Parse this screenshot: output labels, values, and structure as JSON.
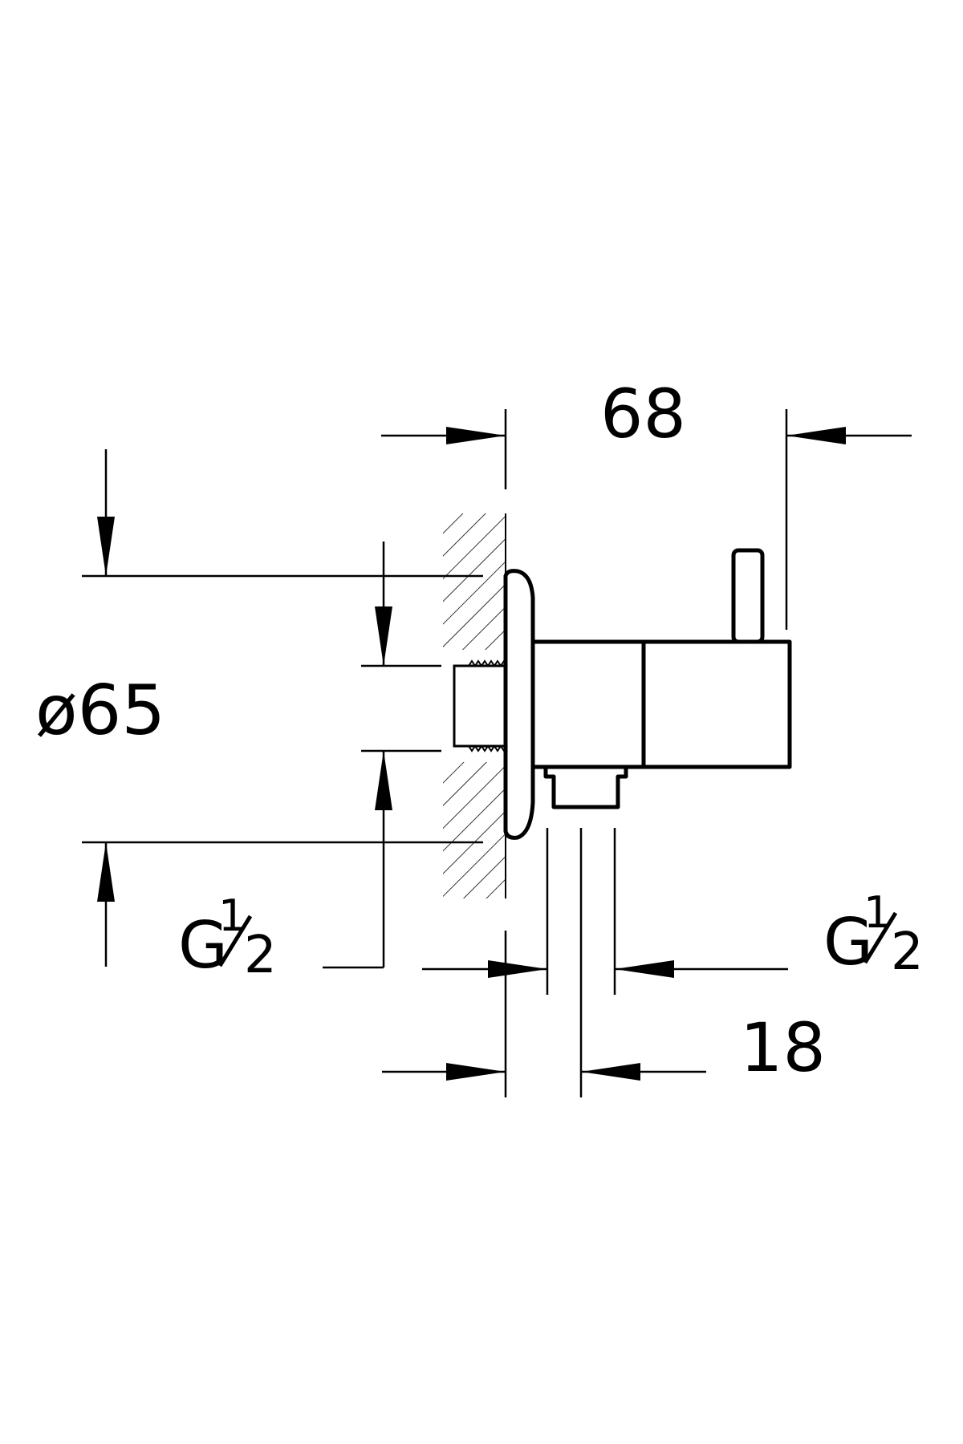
{
  "drawing": {
    "dimension_width": "68",
    "dimension_diameter": "ø65",
    "dimension_outlet": "18",
    "thread_left": {
      "letter": "G",
      "numerator": "1",
      "denominator": "2"
    },
    "thread_right": {
      "letter": "G",
      "numerator": "1",
      "denominator": "2"
    }
  },
  "colors": {
    "line": "#000000",
    "background": "#ffffff"
  }
}
